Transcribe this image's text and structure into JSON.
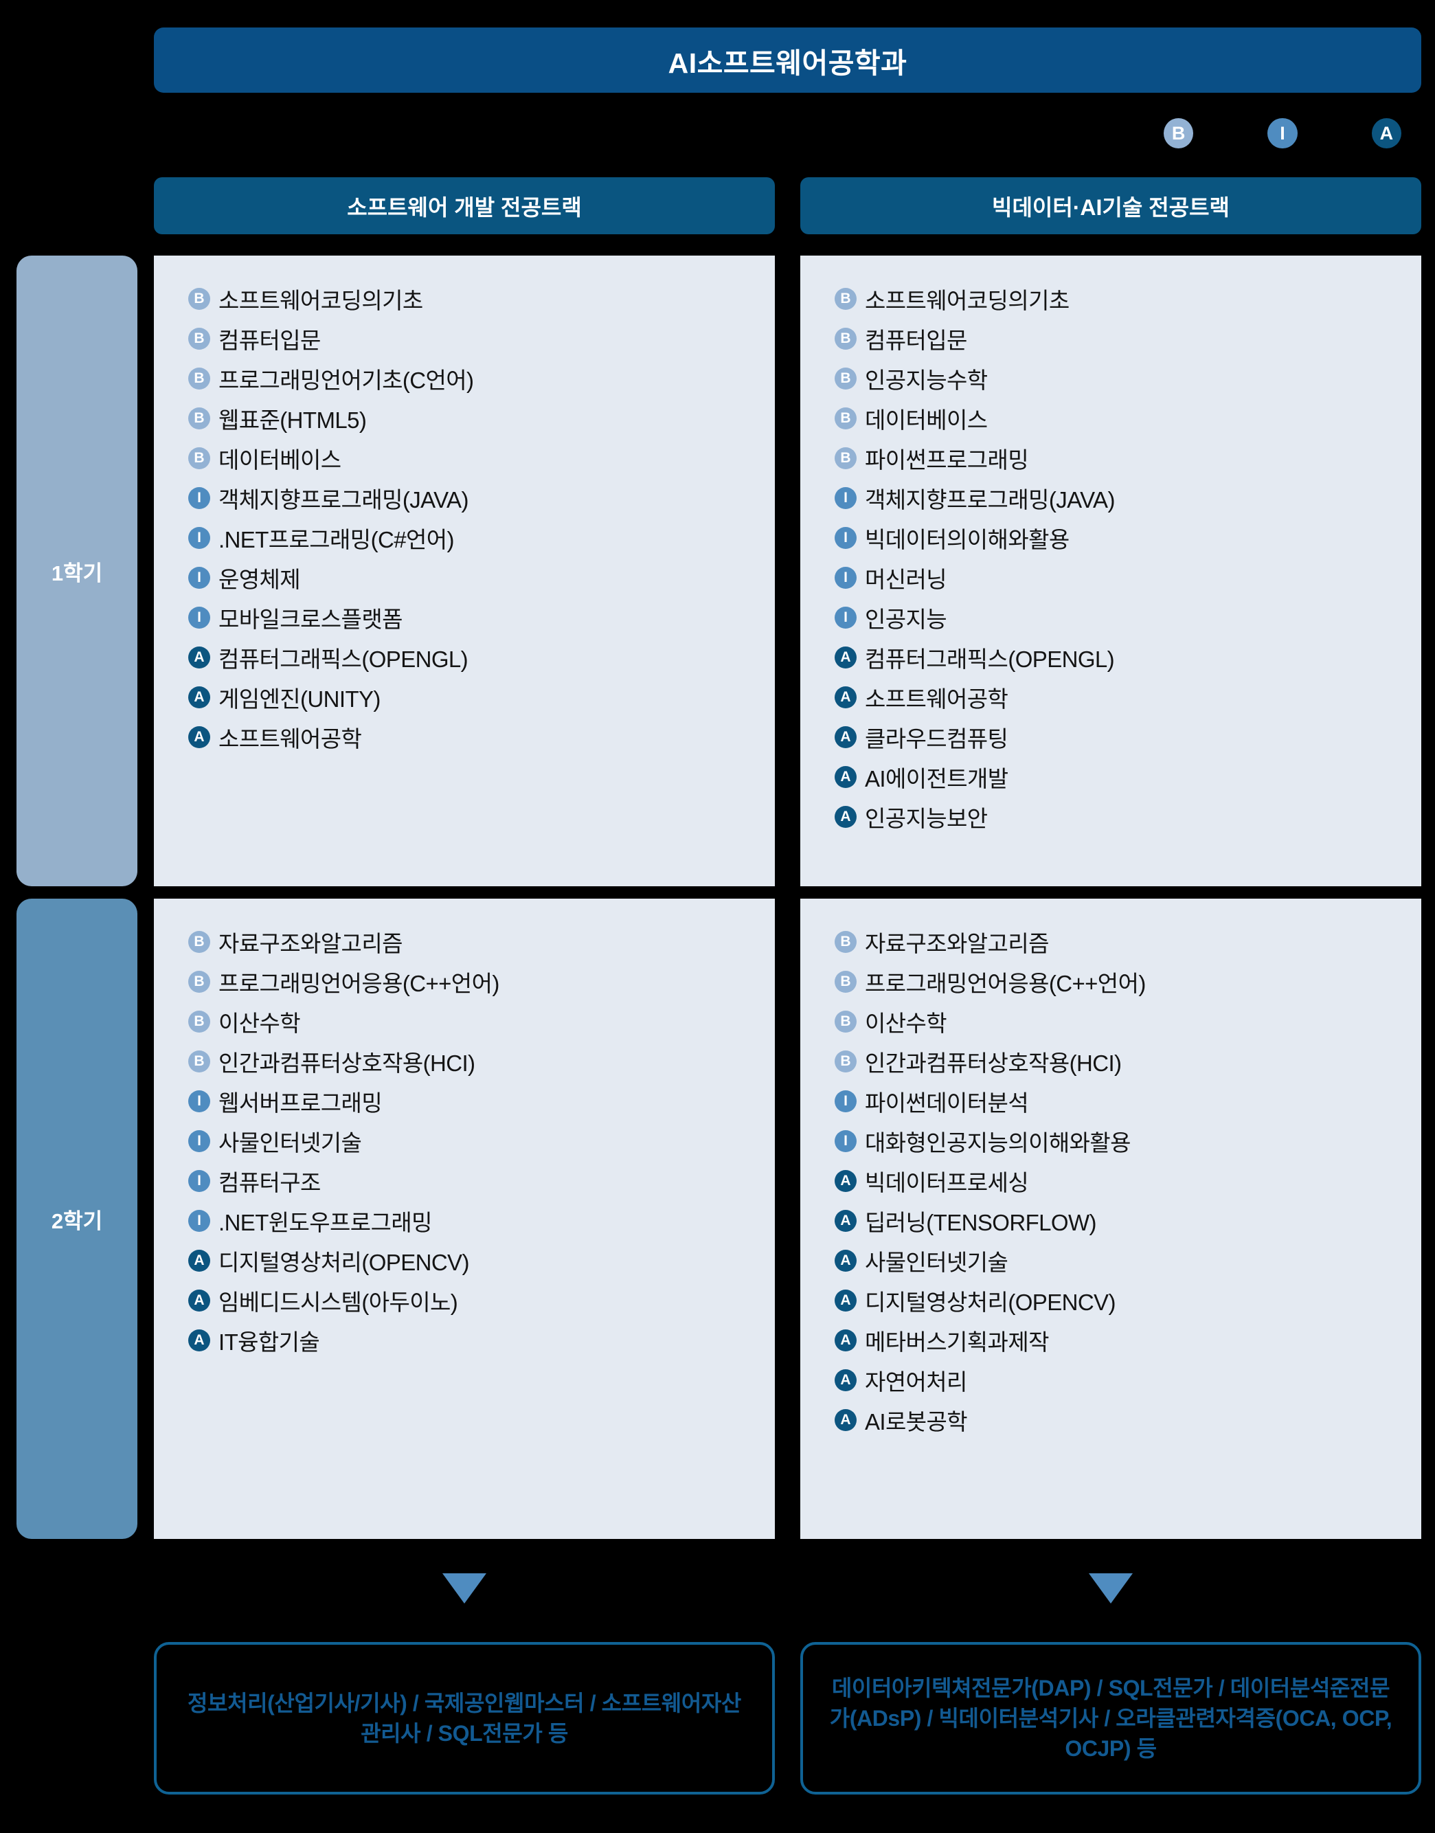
{
  "header": {
    "department_title": "AI소프트웨어공학과"
  },
  "legend": {
    "items": [
      {
        "code": "B",
        "name": "basic-level-badge",
        "color": "#93b2d4"
      },
      {
        "code": "I",
        "name": "intermediate-level-badge",
        "color": "#4f8cc0"
      },
      {
        "code": "A",
        "name": "advanced-level-badge",
        "color": "#0c5580"
      }
    ]
  },
  "tracks": [
    {
      "id": "software-development",
      "label": "소프트웨어 개발 전공트랙"
    },
    {
      "id": "bigdata-ai",
      "label": "빅데이터·AI기술 전공트랙"
    }
  ],
  "semesters": [
    {
      "id": "semester-1",
      "label": "1학기",
      "color": "#95b0cb"
    },
    {
      "id": "semester-2",
      "label": "2학기",
      "color": "#5b8fb5"
    }
  ],
  "courses": {
    "semester1_software": [
      {
        "level": "B",
        "name": "소프트웨어코딩의기초"
      },
      {
        "level": "B",
        "name": "컴퓨터입문"
      },
      {
        "level": "B",
        "name": "프로그래밍언어기초(C언어)"
      },
      {
        "level": "B",
        "name": "웹표준(HTML5)"
      },
      {
        "level": "B",
        "name": "데이터베이스"
      },
      {
        "level": "I",
        "name": "객체지향프로그래밍(JAVA)"
      },
      {
        "level": "I",
        "name": ".NET프로그래밍(C#언어)"
      },
      {
        "level": "I",
        "name": "운영체제"
      },
      {
        "level": "I",
        "name": "모바일크로스플랫폼"
      },
      {
        "level": "A",
        "name": "컴퓨터그래픽스(OPENGL)"
      },
      {
        "level": "A",
        "name": "게임엔진(UNITY)"
      },
      {
        "level": "A",
        "name": "소프트웨어공학"
      }
    ],
    "semester1_bigdata": [
      {
        "level": "B",
        "name": "소프트웨어코딩의기초"
      },
      {
        "level": "B",
        "name": "컴퓨터입문"
      },
      {
        "level": "B",
        "name": "인공지능수학"
      },
      {
        "level": "B",
        "name": "데이터베이스"
      },
      {
        "level": "B",
        "name": "파이썬프로그래밍"
      },
      {
        "level": "I",
        "name": "객체지향프로그래밍(JAVA)"
      },
      {
        "level": "I",
        "name": "빅데이터의이해와활용"
      },
      {
        "level": "I",
        "name": "머신러닝"
      },
      {
        "level": "I",
        "name": "인공지능"
      },
      {
        "level": "A",
        "name": "컴퓨터그래픽스(OPENGL)"
      },
      {
        "level": "A",
        "name": "소프트웨어공학"
      },
      {
        "level": "A",
        "name": "클라우드컴퓨팅"
      },
      {
        "level": "A",
        "name": "AI에이전트개발"
      },
      {
        "level": "A",
        "name": "인공지능보안"
      }
    ],
    "semester2_software": [
      {
        "level": "B",
        "name": "자료구조와알고리즘"
      },
      {
        "level": "B",
        "name": "프로그래밍언어응용(C++언어)"
      },
      {
        "level": "B",
        "name": "이산수학"
      },
      {
        "level": "B",
        "name": "인간과컴퓨터상호작용(HCI)"
      },
      {
        "level": "I",
        "name": "웹서버프로그래밍"
      },
      {
        "level": "I",
        "name": "사물인터넷기술"
      },
      {
        "level": "I",
        "name": "컴퓨터구조"
      },
      {
        "level": "I",
        "name": ".NET윈도우프로그래밍"
      },
      {
        "level": "A",
        "name": "디지털영상처리(OPENCV)"
      },
      {
        "level": "A",
        "name": "임베디드시스템(아두이노)"
      },
      {
        "level": "A",
        "name": "IT융합기술"
      }
    ],
    "semester2_bigdata": [
      {
        "level": "B",
        "name": "자료구조와알고리즘"
      },
      {
        "level": "B",
        "name": "프로그래밍언어응용(C++언어)"
      },
      {
        "level": "B",
        "name": "이산수학"
      },
      {
        "level": "B",
        "name": "인간과컴퓨터상호작용(HCI)"
      },
      {
        "level": "I",
        "name": "파이썬데이터분석"
      },
      {
        "level": "I",
        "name": "대화형인공지능의이해와활용"
      },
      {
        "level": "A",
        "name": "빅데이터프로세싱"
      },
      {
        "level": "A",
        "name": "딥러닝(TENSORFLOW)"
      },
      {
        "level": "A",
        "name": "사물인터넷기술"
      },
      {
        "level": "A",
        "name": "디지털영상처리(OPENCV)"
      },
      {
        "level": "A",
        "name": "메타버스기획과제작"
      },
      {
        "level": "A",
        "name": "자연어처리"
      },
      {
        "level": "A",
        "name": "AI로봇공학"
      }
    ]
  },
  "certifications": {
    "software": "정보처리(산업기사/기사) / 국제공인웹마스터 / 소프트웨어자산관리사 / SQL전문가 등",
    "bigdata": "데이터아키텍쳐전문가(DAP) / SQL전문가 / 데이터분석준전문가(ADsP) / 빅데이터분석기사 / 오라클관련자격증(OCA, OCP, OCJP) 등"
  },
  "colors": {
    "title_bar": "#0a4f86",
    "track_header": "#0a5580",
    "panel_bg": "#e4eaf2",
    "arrow": "#4f8cc0",
    "cert_border": "#0f6294",
    "cert_text": "#125a92",
    "level_b": "#93b2d4",
    "level_i": "#4f8cc0",
    "level_a": "#0c5580"
  }
}
